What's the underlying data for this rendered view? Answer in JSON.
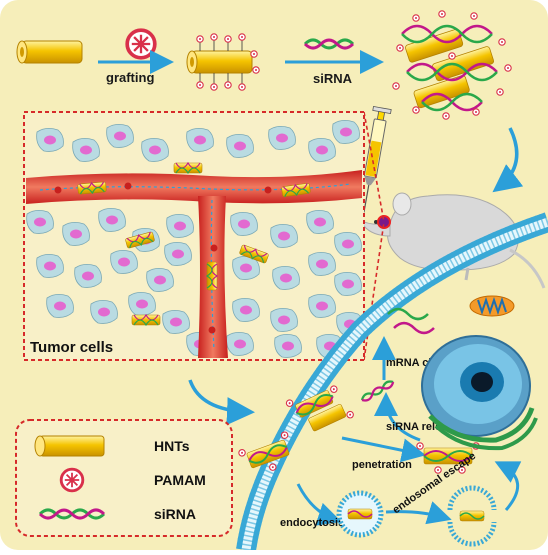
{
  "labels": {
    "grafting": "grafting",
    "sirna_top": "siRNA",
    "tumor_cells": "Tumor cells",
    "mrna_cleavage": "mRNA cleavage",
    "sirna_release": "siRNA release",
    "penetration": "penetration",
    "endosomal_escape": "endosomal escape",
    "endocytosis": "endocytosis"
  },
  "legend": {
    "items": [
      {
        "label": "HNTs"
      },
      {
        "label": "PAMAM"
      },
      {
        "label": "siRNA"
      }
    ]
  },
  "colors": {
    "background": "#f6eeba",
    "arrow": "#2b9fd9",
    "dashed_frame": "#d62a2a",
    "halloysite": "#f5c400",
    "pamam": "#d9304a",
    "sirna_green": "#2aa84a",
    "sirna_magenta": "#c2188a",
    "vessel": "#d8322e",
    "cell_body": "#b9dbe2",
    "nucleus": "#e26ad0",
    "membrane": "#39a8d6",
    "mouse": "#d9d9d9"
  }
}
